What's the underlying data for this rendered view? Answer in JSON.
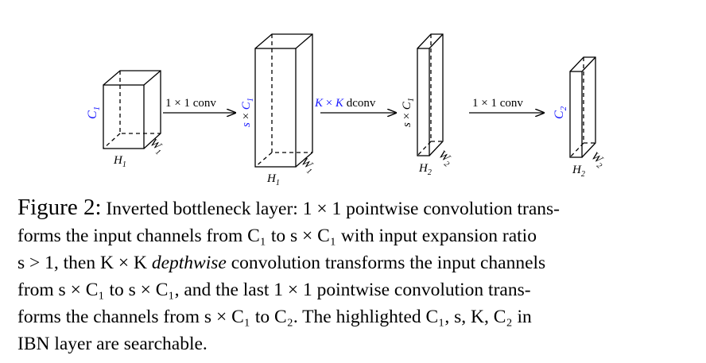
{
  "figure": {
    "arrows": [
      {
        "label": "1 × 1 conv",
        "color": "#000000"
      },
      {
        "label_blue": "K × K",
        "label_black": " dconv",
        "color": "#1a1aff"
      },
      {
        "label": "1 × 1 conv",
        "color": "#000000"
      }
    ],
    "blocks": [
      {
        "height_label": "C",
        "height_sub": "1",
        "height_color": "#1a1aff",
        "h_label": "H",
        "h_sub": "1",
        "w_label": "W",
        "w_sub": "1"
      },
      {
        "height_label": "s × C",
        "height_sub": "1",
        "height_color": "#1a1aff",
        "h_label": "H",
        "h_sub": "1",
        "w_label": "W",
        "w_sub": "1"
      },
      {
        "height_label": "s × C",
        "height_sub": "1",
        "height_color": "#000000",
        "h_label": "H",
        "h_sub": "2",
        "w_label": "W",
        "w_sub": "2"
      },
      {
        "height_label": "C",
        "height_sub": "2",
        "height_color": "#1a1aff",
        "h_label": "H",
        "h_sub": "2",
        "w_label": "W",
        "w_sub": "2"
      }
    ]
  },
  "caption": {
    "label": "Figure 2:",
    "line1": "Inverted bottleneck layer: 1 × 1 pointwise convolution trans-",
    "line2": "forms the input channels from C₁ to s × C₁ with input expansion ratio",
    "line3a": "s > 1, then K × K ",
    "line3b": "depthwise",
    "line3c": " convolution transforms the input channels",
    "line4": "from s × C₁ to s × C₁, and the last 1 × 1 pointwise convolution trans-",
    "line5": "forms the channels from s × C₁ to C₂. The highlighted C₁, s, K, C₂ in",
    "line6": "IBN layer are searchable."
  }
}
